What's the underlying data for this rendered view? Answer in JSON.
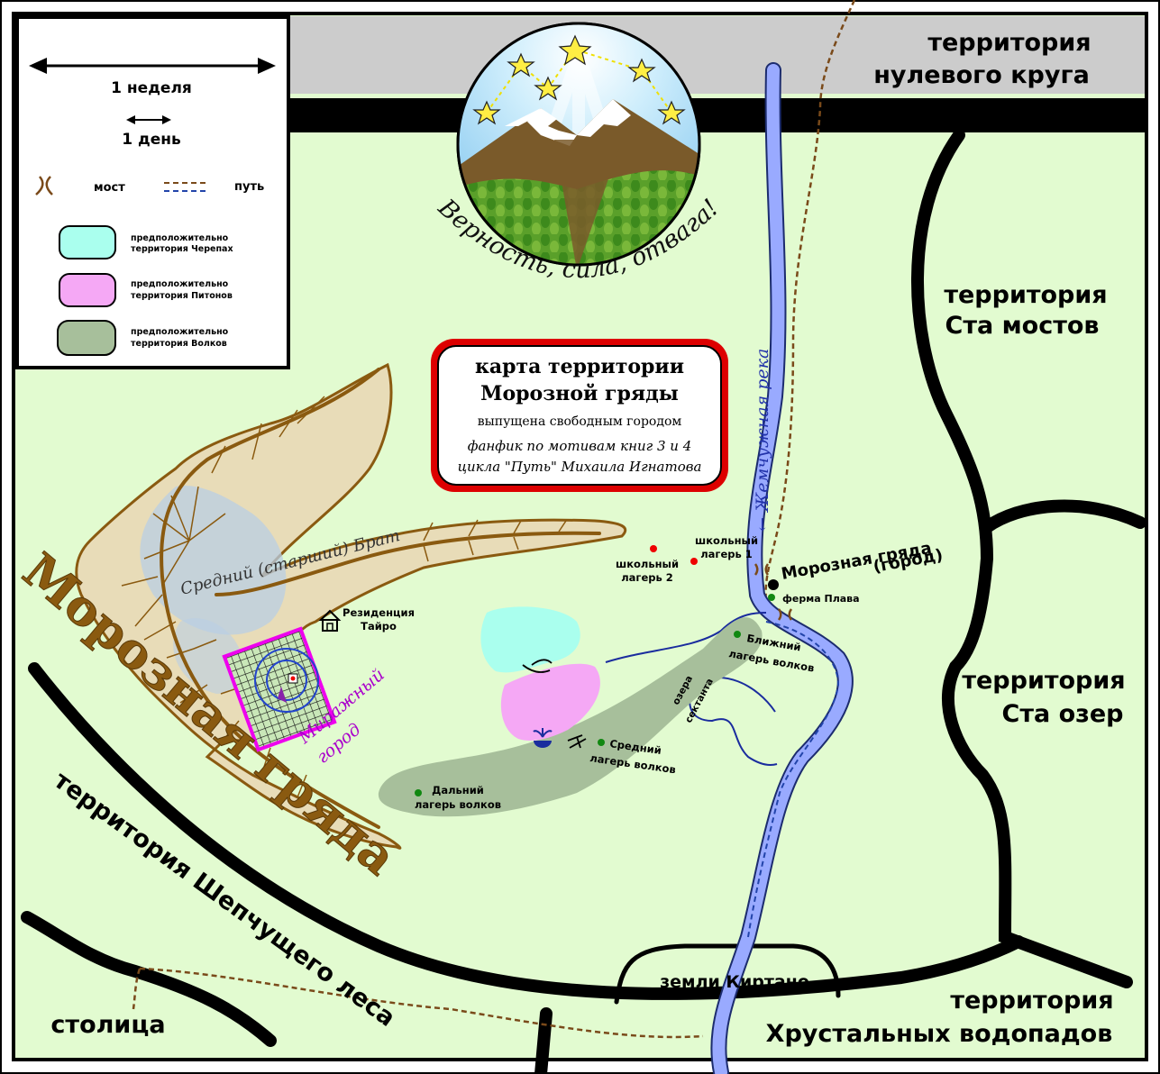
{
  "legend": {
    "week": "1 неделя",
    "day": "1 день",
    "bridge": "мост",
    "path": "путь",
    "turtles": [
      "предположительно",
      "территория Черепах"
    ],
    "pythons": [
      "предположительно",
      "территория Питонов"
    ],
    "wolves": [
      "предположительно",
      "территория Волков"
    ]
  },
  "emblem": {
    "motto": "Верность, сила, отвага!"
  },
  "title_box": {
    "title_line1": "карта территории",
    "title_line2": "Морозной гряды",
    "subtitle": "выпущена свободным городом",
    "note_line1": "фанфик по мотивам книг 3 и 4",
    "note_line2": "цикла \"Путь\" Михаила Игнатова"
  },
  "territories": {
    "zero_circle": [
      "территория",
      "нулевого круга"
    ],
    "hundred_bridges": [
      "территория",
      "Ста мостов"
    ],
    "hundred_lakes": [
      "территория",
      "Ста озер"
    ],
    "crystal_falls": [
      "территория",
      "Хрустальных водопадов"
    ],
    "whispering_forest": "территория Шепчущего леса",
    "capital": "столица",
    "kirtano": "земли  Киртано"
  },
  "places": {
    "ridge_name": "Морозная гряда",
    "middle_brother": "Средний (старший) Брат",
    "mirage_city": [
      "Миражный",
      "город"
    ],
    "residence": [
      "Резиденция",
      "Тайро"
    ],
    "school_camp_1": [
      "школьный",
      "лагерь 1"
    ],
    "school_camp_2": [
      "школьный",
      "лагерь 2"
    ],
    "frost_ridge_city": [
      "Морозная гряда",
      "(город)"
    ],
    "plav_farm": "ферма Плава",
    "near_wolf_camp": [
      "Ближний",
      "лагерь волков"
    ],
    "middle_wolf_camp": [
      "Средний",
      "лагерь волков"
    ],
    "far_wolf_camp": [
      "Дальний",
      "лагерь волков"
    ],
    "sectarian_lakes": [
      "озера",
      "сектанта"
    ],
    "pearl_river": "← Жемчужная река"
  },
  "colors": {
    "land": "#e2fbd0",
    "zero_circle_band": "#cccccc",
    "border": "#000000",
    "river": "#99aaff",
    "path_brown": "#7a4a1a",
    "path_blue": "#2244aa",
    "mountain": "#e8dcb8",
    "ridge_brown": "#8a5a10",
    "turtles": "#aaffee",
    "pythons": "#f5a8f5",
    "wolves": "#a7bf9b",
    "title_frame": "#dd0000",
    "mirage": "#aa00cc",
    "camp_red": "#ee0000",
    "camp_green": "#118811"
  }
}
